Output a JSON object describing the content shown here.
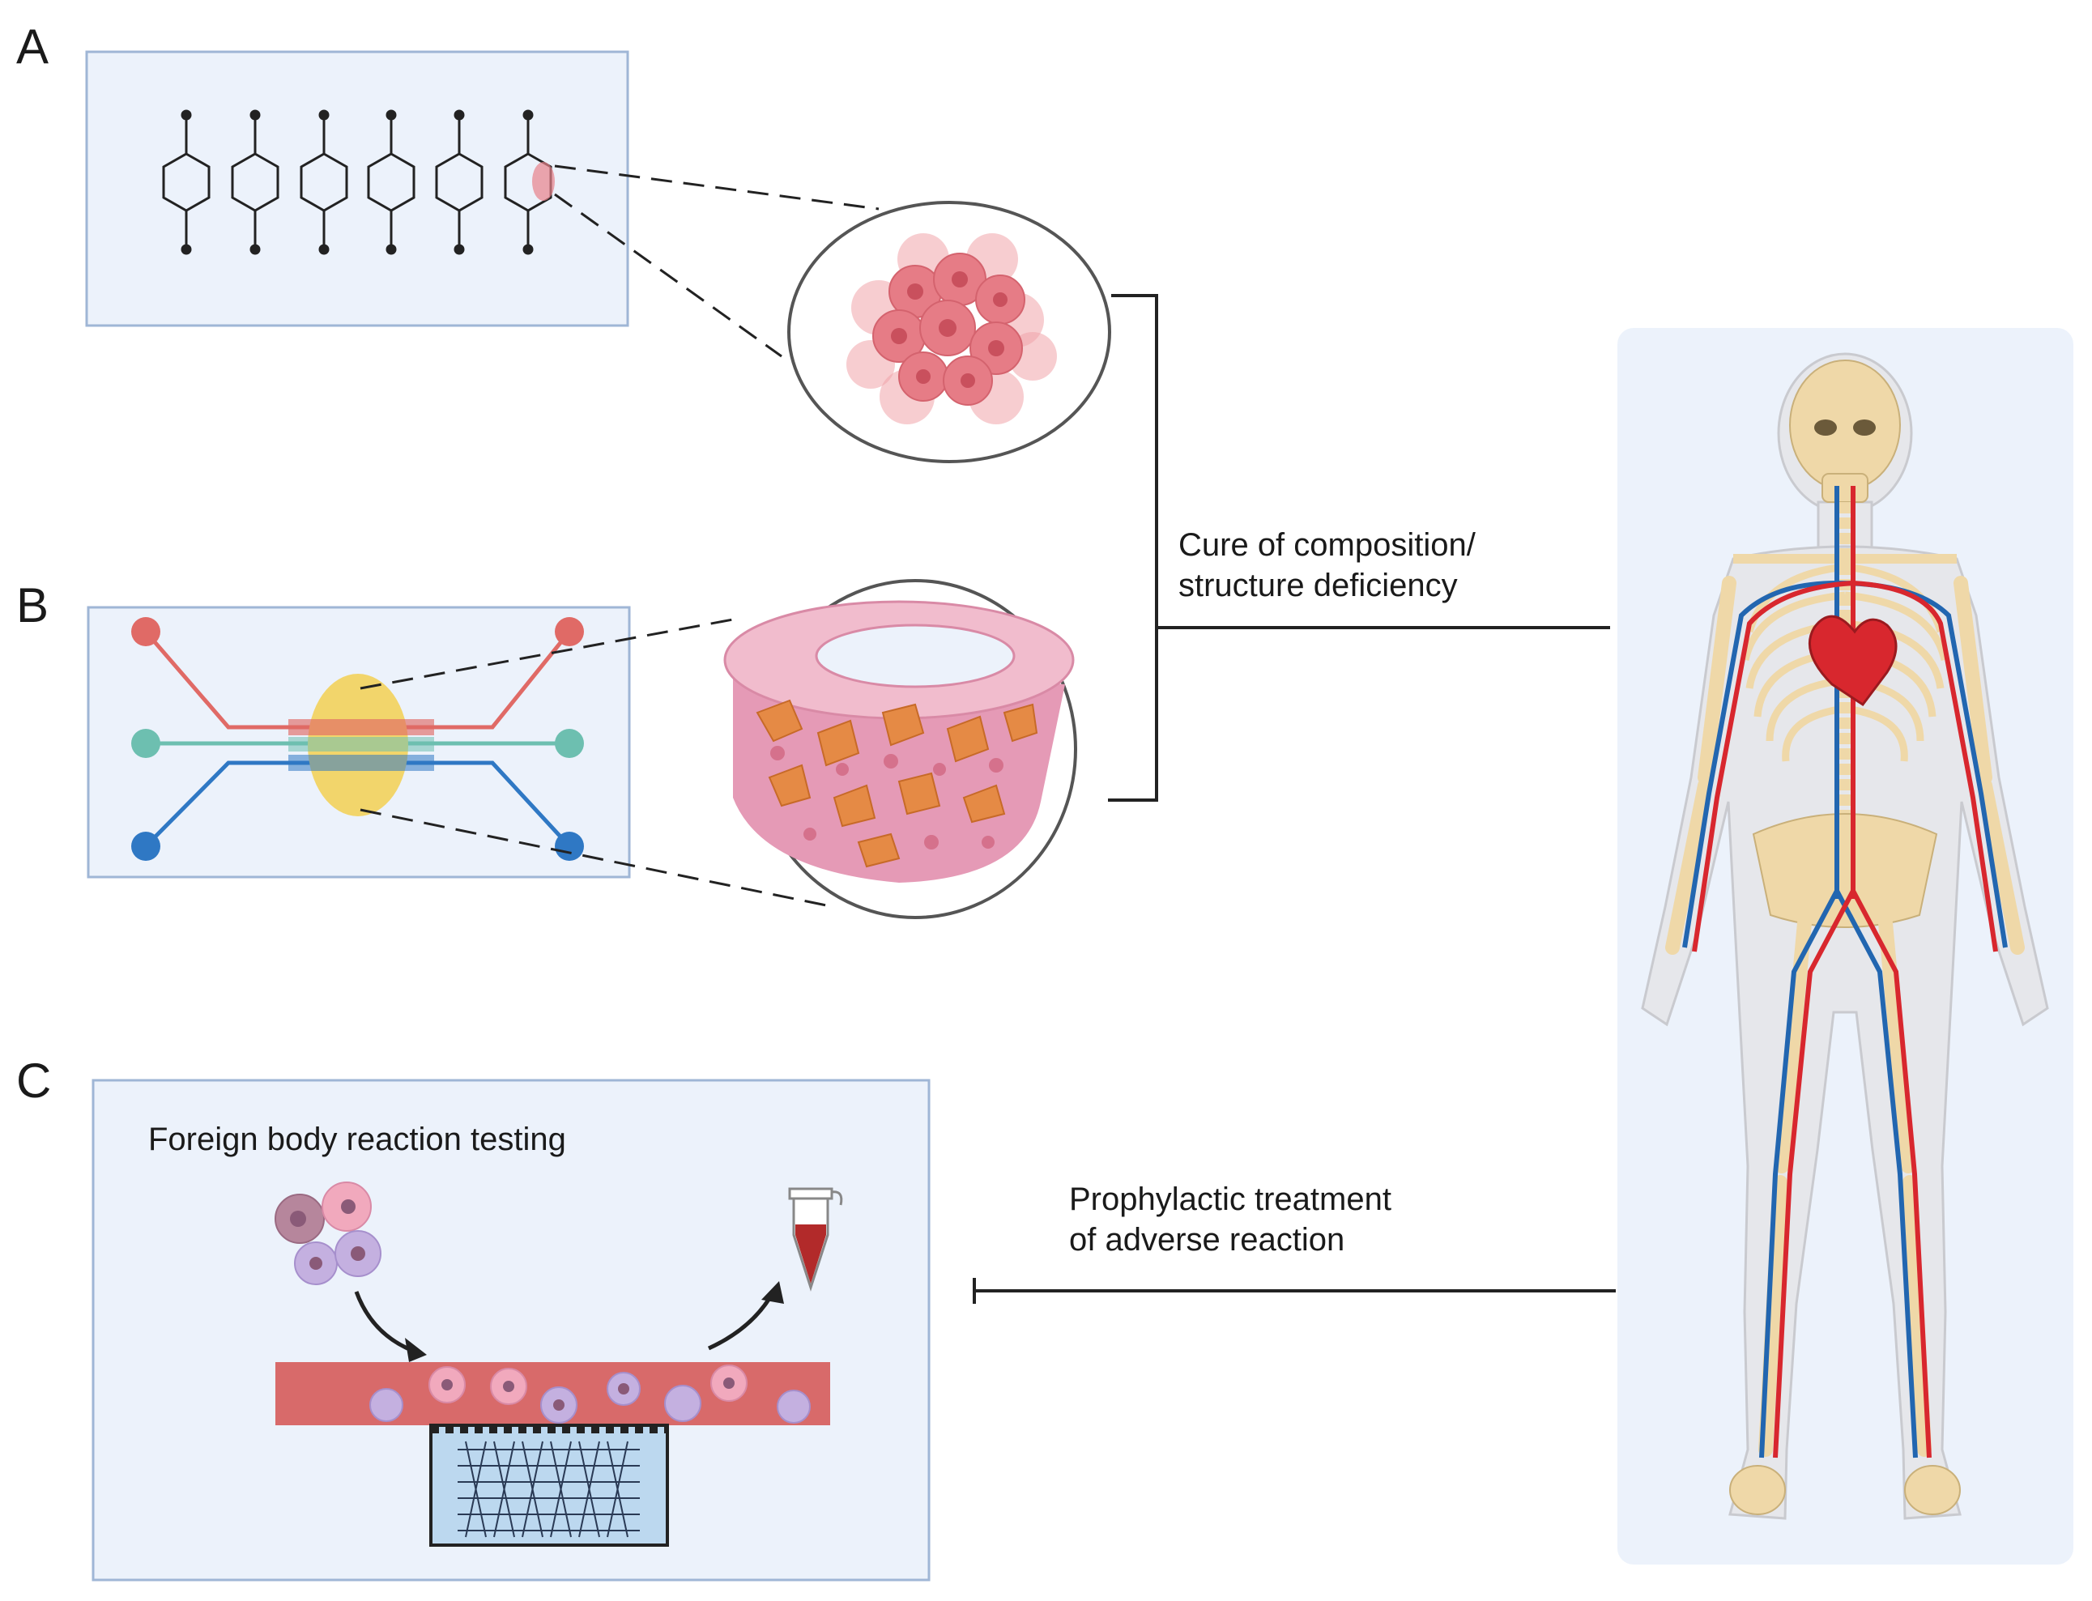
{
  "panels": [
    {
      "letter": "A"
    },
    {
      "letter": "B"
    },
    {
      "letter": "C",
      "title": "Foreign body reaction testing"
    }
  ],
  "arrows": {
    "cure_line1": "Cure of composition/",
    "cure_line2": "structure deficiency",
    "prophylactic_line1": "Prophylactic treatment",
    "prophylactic_line2": "of adverse reaction"
  },
  "colors": {
    "panel_fill": "#ecf2fb",
    "panel_border": "#9fb6d6",
    "spheroid": "#e8828a",
    "channel_red": "#e06a66",
    "channel_teal": "#6dbfb0",
    "channel_blue": "#2f78c4",
    "chamber_yellow": "#f2d56b",
    "scaffold_pink": "#e79ab8",
    "cell_orange": "#e58a45",
    "membrane_red": "#d86a6a",
    "gel_blue": "#bcd8ef",
    "artery_red": "#d8272e",
    "vein_blue": "#2266b0",
    "bone": "#efd8a8"
  },
  "icons": {
    "panel_a_device": "multiwell-microfluidic-chip-icon",
    "spheroid": "tumor-spheroid-icon",
    "panel_b_device": "three-channel-organ-chip-icon",
    "scaffold": "porous-scaffold-icon",
    "immune_cells": "immune-cells-icon",
    "blood_tube": "blood-sample-tube-icon",
    "membrane": "cell-membrane-icon",
    "body": "human-skeleton-vasculature-icon"
  }
}
